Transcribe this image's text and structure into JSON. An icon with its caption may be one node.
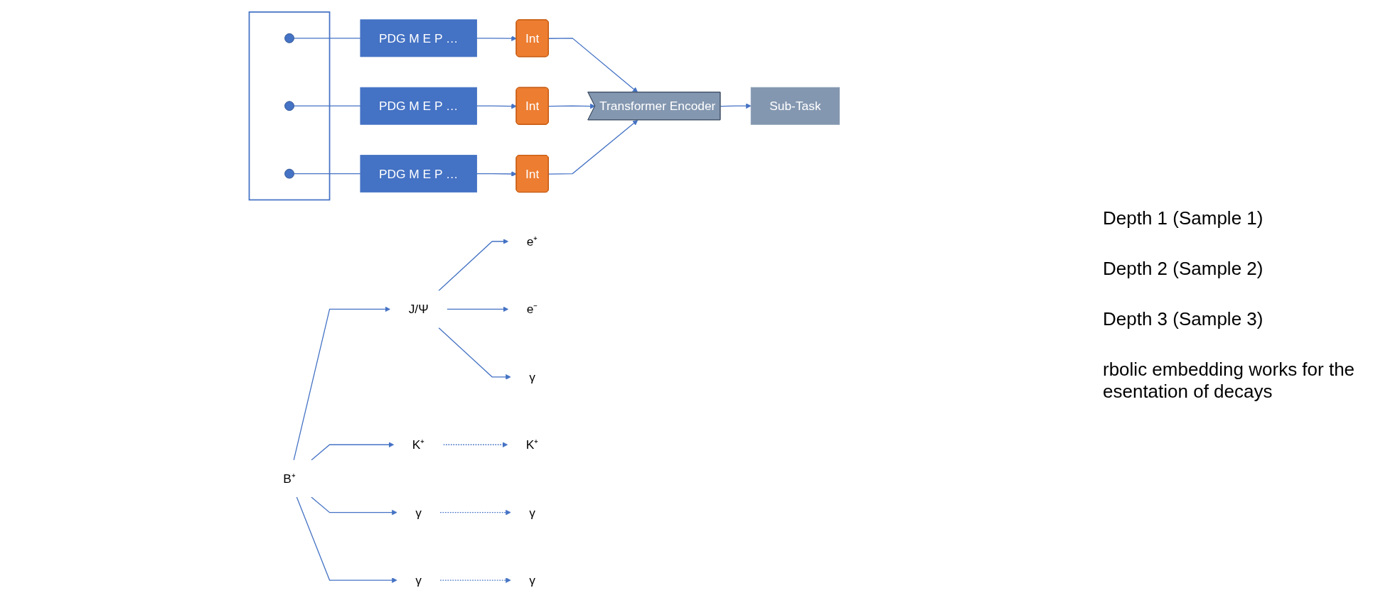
{
  "diagram": {
    "nodes": [
      {
        "text": [],
        "shape": "box"
      },
      {
        "text": [],
        "shape": "circle",
        "in": 0
      },
      {
        "text": [],
        "shape": "circle",
        "in": 0
      },
      {
        "text": [],
        "shape": "circle",
        "in": 0
      },
      {
        "text": [
          "PDG M E P …"
        ]
      },
      {
        "text": [
          "PDG M E P …"
        ]
      },
      {
        "text": [
          "PDG M E P …"
        ]
      },
      {
        "text": [
          "Int"
        ]
      },
      {
        "text": [
          "Int"
        ]
      },
      {
        "text": [
          "Int"
        ]
      },
      {
        "text": [
          "Transformer Encoder"
        ]
      },
      {
        "text": [
          "Sub-Task"
        ]
      },
      {
        "text": [
          "B⁺"
        ]
      },
      {
        "text": [
          "J/Ψ"
        ]
      },
      {
        "text": [
          "K⁺"
        ]
      },
      {
        "text": [
          "γ"
        ]
      },
      {
        "text": [
          "γ"
        ]
      },
      {
        "text": [
          "e⁺"
        ]
      },
      {
        "text": [
          "e⁻"
        ]
      },
      {
        "text": [
          "γ"
        ]
      },
      {
        "text": [
          "K⁺"
        ]
      },
      {
        "text": [
          "γ"
        ]
      },
      {
        "text": [
          "γ"
        ]
      }
    ],
    "edges": [
      {
        "from": 1,
        "to": 4,
        "arrow": "none"
      },
      {
        "from": 2,
        "to": 5,
        "arrow": "none"
      },
      {
        "from": 3,
        "to": 6,
        "arrow": "none"
      },
      {
        "from": 4,
        "to": 7,
        "arrow": "to"
      },
      {
        "from": 5,
        "to": 8,
        "arrow": "to"
      },
      {
        "from": 6,
        "to": 9,
        "arrow": "to"
      },
      {
        "from": 7,
        "to": 10,
        "arrow": "to"
      },
      {
        "from": 8,
        "to": 10,
        "arrow": "to"
      },
      {
        "from": 9,
        "to": 10,
        "arrow": "to"
      },
      {
        "from": 10,
        "to": 11,
        "arrow": "to"
      },
      {
        "from": 12,
        "to": 13,
        "arrow": "to"
      },
      {
        "from": 12,
        "to": 14,
        "arrow": "to"
      },
      {
        "from": 12,
        "to": 15,
        "arrow": "to"
      },
      {
        "from": 12,
        "to": 16,
        "arrow": "to"
      },
      {
        "from": 13,
        "to": 17,
        "arrow": "to"
      },
      {
        "from": 13,
        "to": 18,
        "arrow": "to"
      },
      {
        "from": 13,
        "to": 19,
        "arrow": "to"
      },
      {
        "from": 14,
        "to": 20,
        "arrow": "to",
        "style": "dashed"
      },
      {
        "from": 15,
        "to": 21,
        "arrow": "to",
        "style": "dashed"
      },
      {
        "from": 16,
        "to": 22,
        "arrow": "to",
        "style": "dashed"
      }
    ],
    "labels": [
      "Depth 1 (Sample 1)",
      "Depth 2 (Sample 2)",
      "Depth 3 (Sample 3)",
      "rbolic embedding works for the esentation of decays"
    ]
  }
}
